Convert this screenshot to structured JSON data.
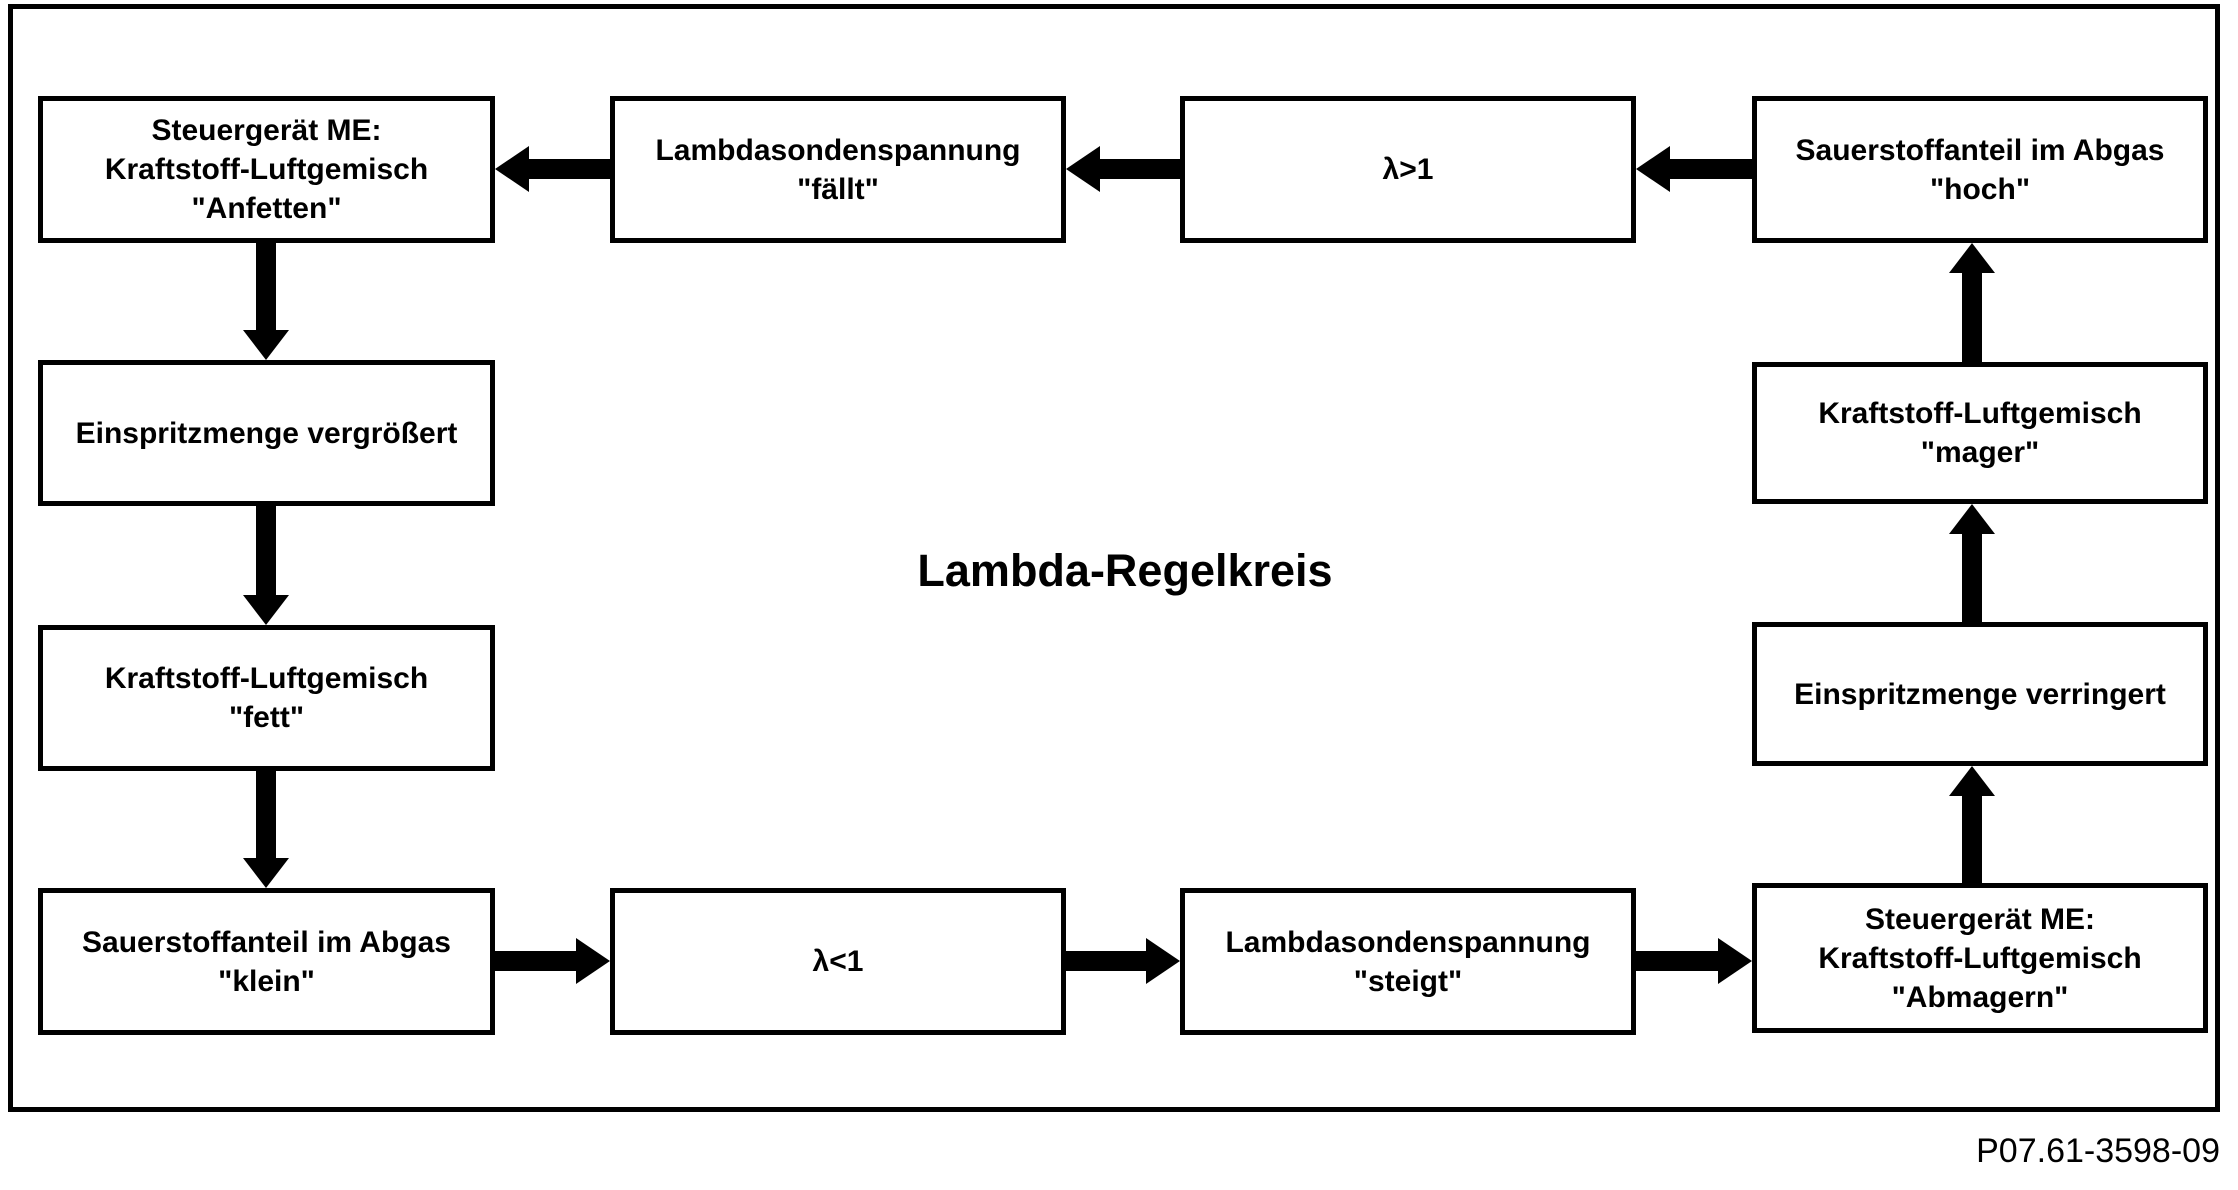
{
  "diagram": {
    "title": "Lambda-Regelkreis",
    "figure_code": "P07.61-3598-09",
    "colors": {
      "line": "#000000",
      "background": "#ffffff",
      "text": "#000000"
    },
    "nodes": {
      "anfetten": {
        "label": "Steuergerät ME:\nKraftstoff-Luftgemisch\n\"Anfetten\""
      },
      "spannung_faellt": {
        "label": "Lambdasondenspannung\n\"fällt\""
      },
      "lambda_gt_1": {
        "label": "λ>1"
      },
      "sauerstoff_hoch": {
        "label": "Sauerstoffanteil im Abgas\n\"hoch\""
      },
      "einspritz_vergroessert": {
        "label": "Einspritzmenge vergrößert"
      },
      "gemisch_fett": {
        "label": "Kraftstoff-Luftgemisch\n\"fett\""
      },
      "sauerstoff_klein": {
        "label": "Sauerstoffanteil im Abgas\n\"klein\""
      },
      "lambda_lt_1": {
        "label": "λ<1"
      },
      "spannung_steigt": {
        "label": "Lambdasondenspannung\n\"steigt\""
      },
      "abmagern": {
        "label": "Steuergerät ME:\nKraftstoff-Luftgemisch\n\"Abmagern\""
      },
      "einspritz_verringert": {
        "label": "Einspritzmenge verringert"
      },
      "gemisch_mager": {
        "label": "Kraftstoff-Luftgemisch\n\"mager\""
      }
    },
    "flow": [
      "sauerstoff_hoch -> lambda_gt_1 -> spannung_faellt -> anfetten -> einspritz_vergroessert -> gemisch_fett -> sauerstoff_klein -> lambda_lt_1 -> spannung_steigt -> abmagern -> einspritz_verringert -> gemisch_mager -> sauerstoff_hoch"
    ]
  }
}
